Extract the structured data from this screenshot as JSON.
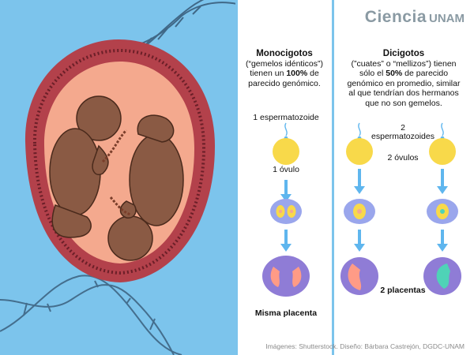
{
  "brand": {
    "name": "Ciencia",
    "suffix": "UNAM"
  },
  "monocigotos": {
    "title": "Monocigotos",
    "desc_1": "(“gemelos idénticos”)",
    "desc_2a": "tienen un ",
    "desc_2b": "100%",
    "desc_2c": " de",
    "desc_3": "parecido genómico.",
    "sperm_label": "1 espermatozoide",
    "egg_label": "1 óvulo",
    "placenta_label": "Misma placenta"
  },
  "dicigotos": {
    "title": "Dicigotos",
    "desc_1": "(”cuates” o “mellizos”) tienen",
    "desc_2a": "sólo el ",
    "desc_2b": "50%",
    "desc_2c": " de parecido",
    "desc_3": "genómico en promedio, similar",
    "desc_4": "al que tendrían dos hermanos",
    "desc_5": "que no son gemelos.",
    "sperm_label_1": "2",
    "sperm_label_2": "espermatozoides",
    "egg_label": "2 óvulos",
    "placenta_label": "2 placentas"
  },
  "credits": "Imágenes: Shutterstock. Diseño: Bárbara Castrejón, DGDC-UNAM",
  "colors": {
    "background_left": "#7cc4ec",
    "uterus": "#b3414b",
    "amniotic": "#f4a98e",
    "skin": "#8a5a44",
    "egg": "#f8d94a",
    "cell": "#9aa6ec",
    "placenta_bg": "#8f7cd6",
    "placenta_coral": "#ff9b86",
    "placenta_teal": "#4fd3b7",
    "arrow": "#5fb6ee"
  }
}
